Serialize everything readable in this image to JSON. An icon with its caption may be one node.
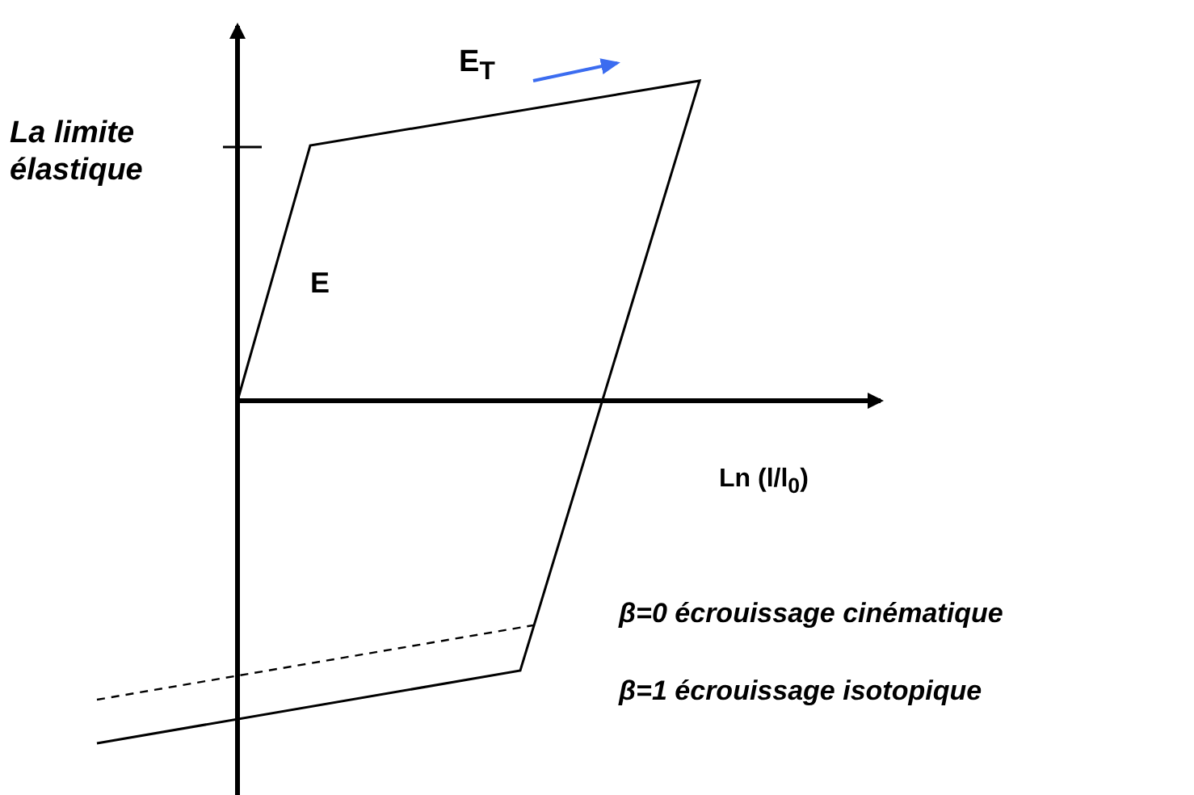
{
  "diagram": {
    "labels": [
      "La limite élastique",
      "E$_{T}$",
      "E",
      "Ln (l/l$_{0}$)",
      "β=0 écrouissage cinématique",
      "β=1 écrouissage isotopique"
    ]
  }
}
